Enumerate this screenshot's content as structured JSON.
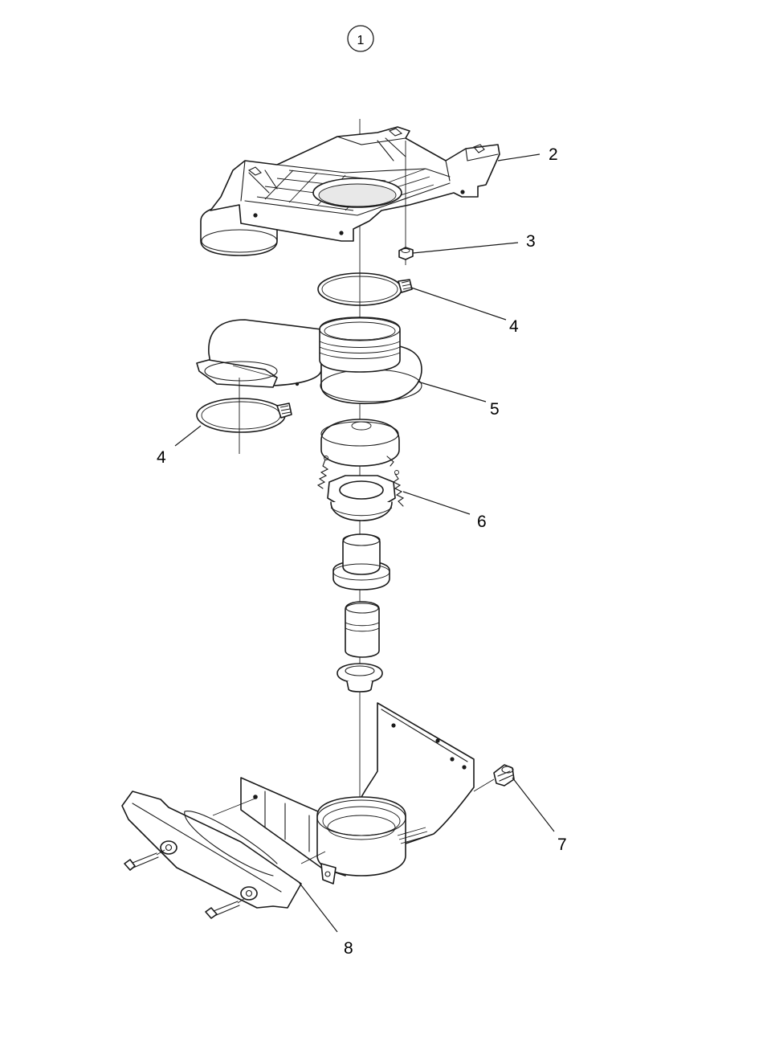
{
  "figure_number": "1",
  "callouts": [
    {
      "id": "c2",
      "text": "2"
    },
    {
      "id": "c3",
      "text": "3"
    },
    {
      "id": "c4a",
      "text": "4"
    },
    {
      "id": "c4b",
      "text": "4"
    },
    {
      "id": "c5",
      "text": "5"
    },
    {
      "id": "c6",
      "text": "6"
    },
    {
      "id": "c7",
      "text": "7"
    },
    {
      "id": "c8",
      "text": "8"
    }
  ]
}
